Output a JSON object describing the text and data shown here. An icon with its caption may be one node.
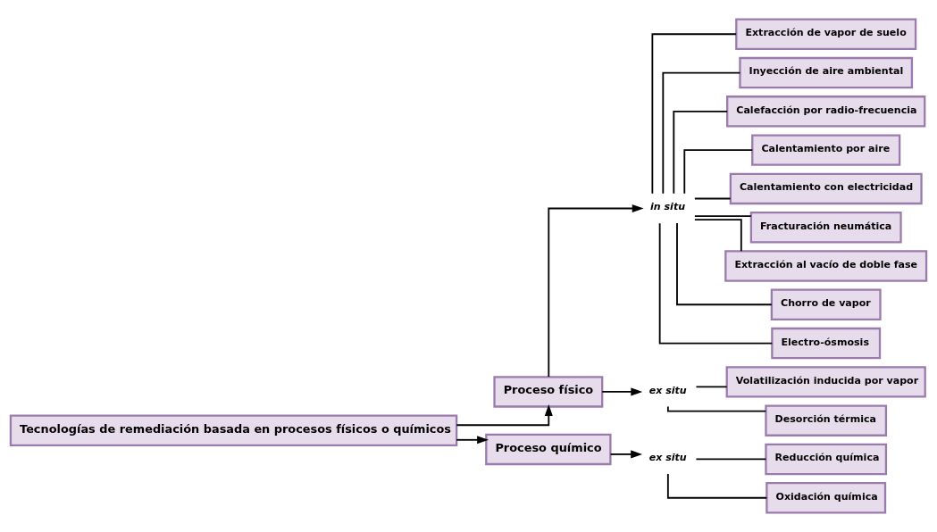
{
  "diagram": {
    "nodes": [
      {
        "text": [
          "Tecnologías de remediación basada en procesos físicos o químicos"
        ]
      },
      {
        "text": [
          "Proceso físico"
        ]
      },
      {
        "text": [
          "Proceso químico"
        ]
      },
      {
        "text": [
          "in situ"
        ]
      },
      {
        "text": [
          "ex situ"
        ]
      },
      {
        "text": [
          "ex situ"
        ]
      },
      {
        "text": [
          "Extracción de vapor de suelo"
        ]
      },
      {
        "text": [
          "Inyección de aire ambiental"
        ]
      },
      {
        "text": [
          "Calefacción por radio-frecuencia"
        ]
      },
      {
        "text": [
          "Calentamiento por aire"
        ]
      },
      {
        "text": [
          "Calentamiento con electricidad"
        ]
      },
      {
        "text": [
          "Fracturación neumática"
        ]
      },
      {
        "text": [
          "Extracción al vacío de doble fase"
        ]
      },
      {
        "text": [
          "Chorro de vapor"
        ]
      },
      {
        "text": [
          "Electro-ósmosis"
        ]
      },
      {
        "text": [
          "Volatilización inducida por vapor"
        ]
      },
      {
        "text": [
          "Desorción térmica"
        ]
      },
      {
        "text": [
          "Reducción química"
        ]
      },
      {
        "text": [
          "Oxidación química"
        ]
      }
    ],
    "edges": [
      {
        "from": 0,
        "to": 1,
        "arrow": "to"
      },
      {
        "from": 0,
        "to": 2,
        "arrow": "to"
      },
      {
        "from": 1,
        "to": 3,
        "arrow": "to"
      },
      {
        "from": 1,
        "to": 4,
        "arrow": "to"
      },
      {
        "from": 2,
        "to": 5,
        "arrow": "to"
      },
      {
        "from": 3,
        "to": 6,
        "arrow": "none"
      },
      {
        "from": 3,
        "to": 7,
        "arrow": "none"
      },
      {
        "from": 3,
        "to": 8,
        "arrow": "none"
      },
      {
        "from": 3,
        "to": 9,
        "arrow": "none"
      },
      {
        "from": 3,
        "to": 10,
        "arrow": "none"
      },
      {
        "from": 3,
        "to": 11,
        "arrow": "none"
      },
      {
        "from": 3,
        "to": 12,
        "arrow": "none"
      },
      {
        "from": 3,
        "to": 13,
        "arrow": "none"
      },
      {
        "from": 3,
        "to": 14,
        "arrow": "none"
      },
      {
        "from": 4,
        "to": 15,
        "arrow": "none"
      },
      {
        "from": 4,
        "to": 16,
        "arrow": "none"
      },
      {
        "from": 5,
        "to": 17,
        "arrow": "none"
      },
      {
        "from": 5,
        "to": 18,
        "arrow": "none"
      }
    ]
  }
}
